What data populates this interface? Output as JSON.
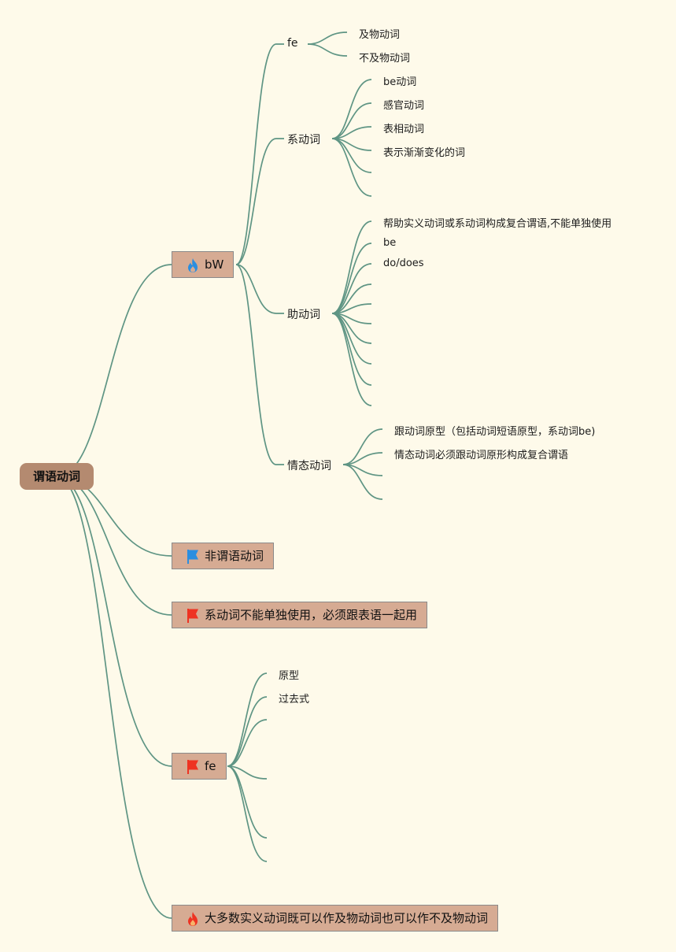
{
  "root": {
    "label": "谓语动词"
  },
  "branches": {
    "bw": {
      "label": "bW",
      "icon": "fire-icon-blue",
      "children": {
        "fe": {
          "label": "fe",
          "leaves": [
            "及物动词",
            "不及物动词"
          ]
        },
        "linking": {
          "label": "系动词",
          "leaves": [
            "be动词",
            "感官动词",
            "表相动词",
            "表示渐渐变化的词",
            "",
            ""
          ]
        },
        "auxiliary": {
          "label": "助动词",
          "leaves": [
            "帮助实义动词或系动词构成复合谓语,不能单独使用",
            "be",
            "do/does",
            "",
            "",
            "",
            "",
            "",
            "",
            ""
          ]
        },
        "modal": {
          "label": "情态动词",
          "leaves": [
            "跟动词原型（包括动词短语原型，系动词be)",
            "情态动词必须跟动词原形构成复合谓语",
            "",
            ""
          ]
        }
      }
    },
    "nonpredicate": {
      "label": "非谓语动词",
      "icon": "flag-icon-blue"
    },
    "linkingNote": {
      "label": "系动词不能单独使用，必须跟表语一起用",
      "icon": "flag-icon-red"
    },
    "fe2": {
      "label": "fe",
      "icon": "flag-icon-red",
      "leaves": [
        "原型",
        "过去式",
        "",
        "",
        "",
        ""
      ]
    },
    "transitivity": {
      "label": "大多数实义动词既可以作及物动词也可以作不及物动词",
      "icon": "fire-icon-red"
    }
  },
  "colors": {
    "background": "#fefaea",
    "connector": "#5f9584",
    "root": "#b48a70",
    "box": "#d6ab93",
    "flagBlue": "#2a8ee0",
    "flagRed": "#ee3322",
    "fireBlue": "#2a8ee0",
    "fireRed": "#ee3322"
  }
}
